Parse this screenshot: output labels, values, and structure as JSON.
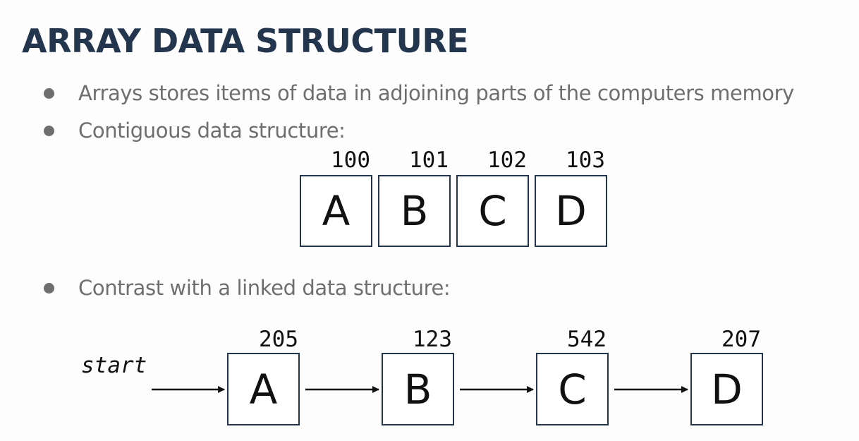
{
  "title": "ARRAY DATA STRUCTURE",
  "bullets": [
    "Arrays stores items of data in adjoining parts of the computers memory",
    "Contiguous data structure:",
    "Contrast with a linked data structure:"
  ],
  "array": {
    "addresses": [
      "100",
      "101",
      "102",
      "103"
    ],
    "cells": [
      "A",
      "B",
      "C",
      "D"
    ]
  },
  "linked": {
    "start_label": "start",
    "addresses": [
      "205",
      "123",
      "542",
      "207"
    ],
    "nodes": [
      "A",
      "B",
      "C",
      "D"
    ]
  }
}
